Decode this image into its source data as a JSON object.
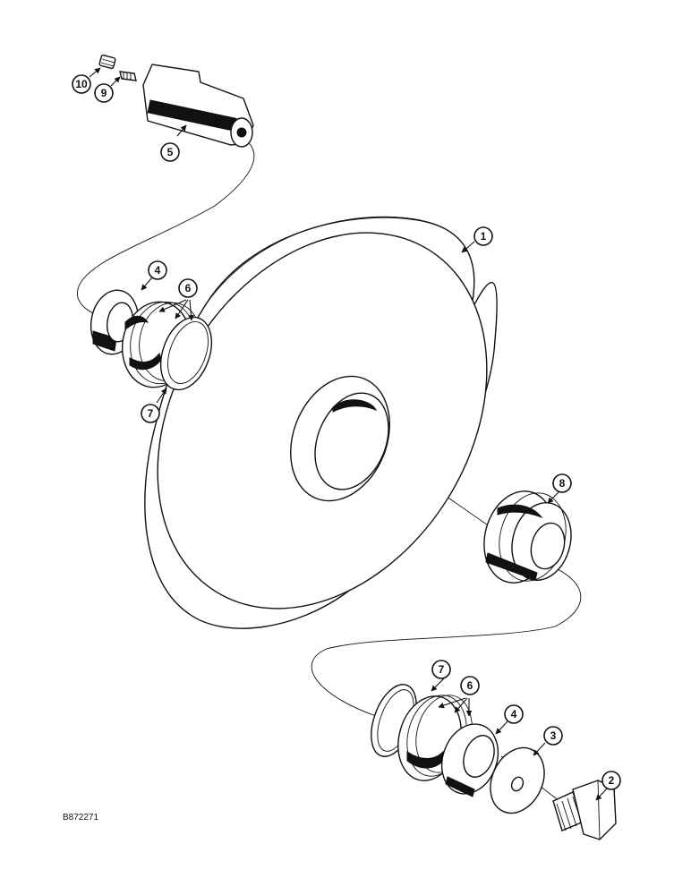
{
  "figure_id": "B872271",
  "callouts": {
    "c1": "1",
    "c2": "2",
    "c3": "3",
    "c4a": "4",
    "c4b": "4",
    "c5": "5",
    "c6a": "6",
    "c6b": "6",
    "c7a": "7",
    "c7b": "7",
    "c8": "8",
    "c9": "9",
    "c10": "10"
  }
}
